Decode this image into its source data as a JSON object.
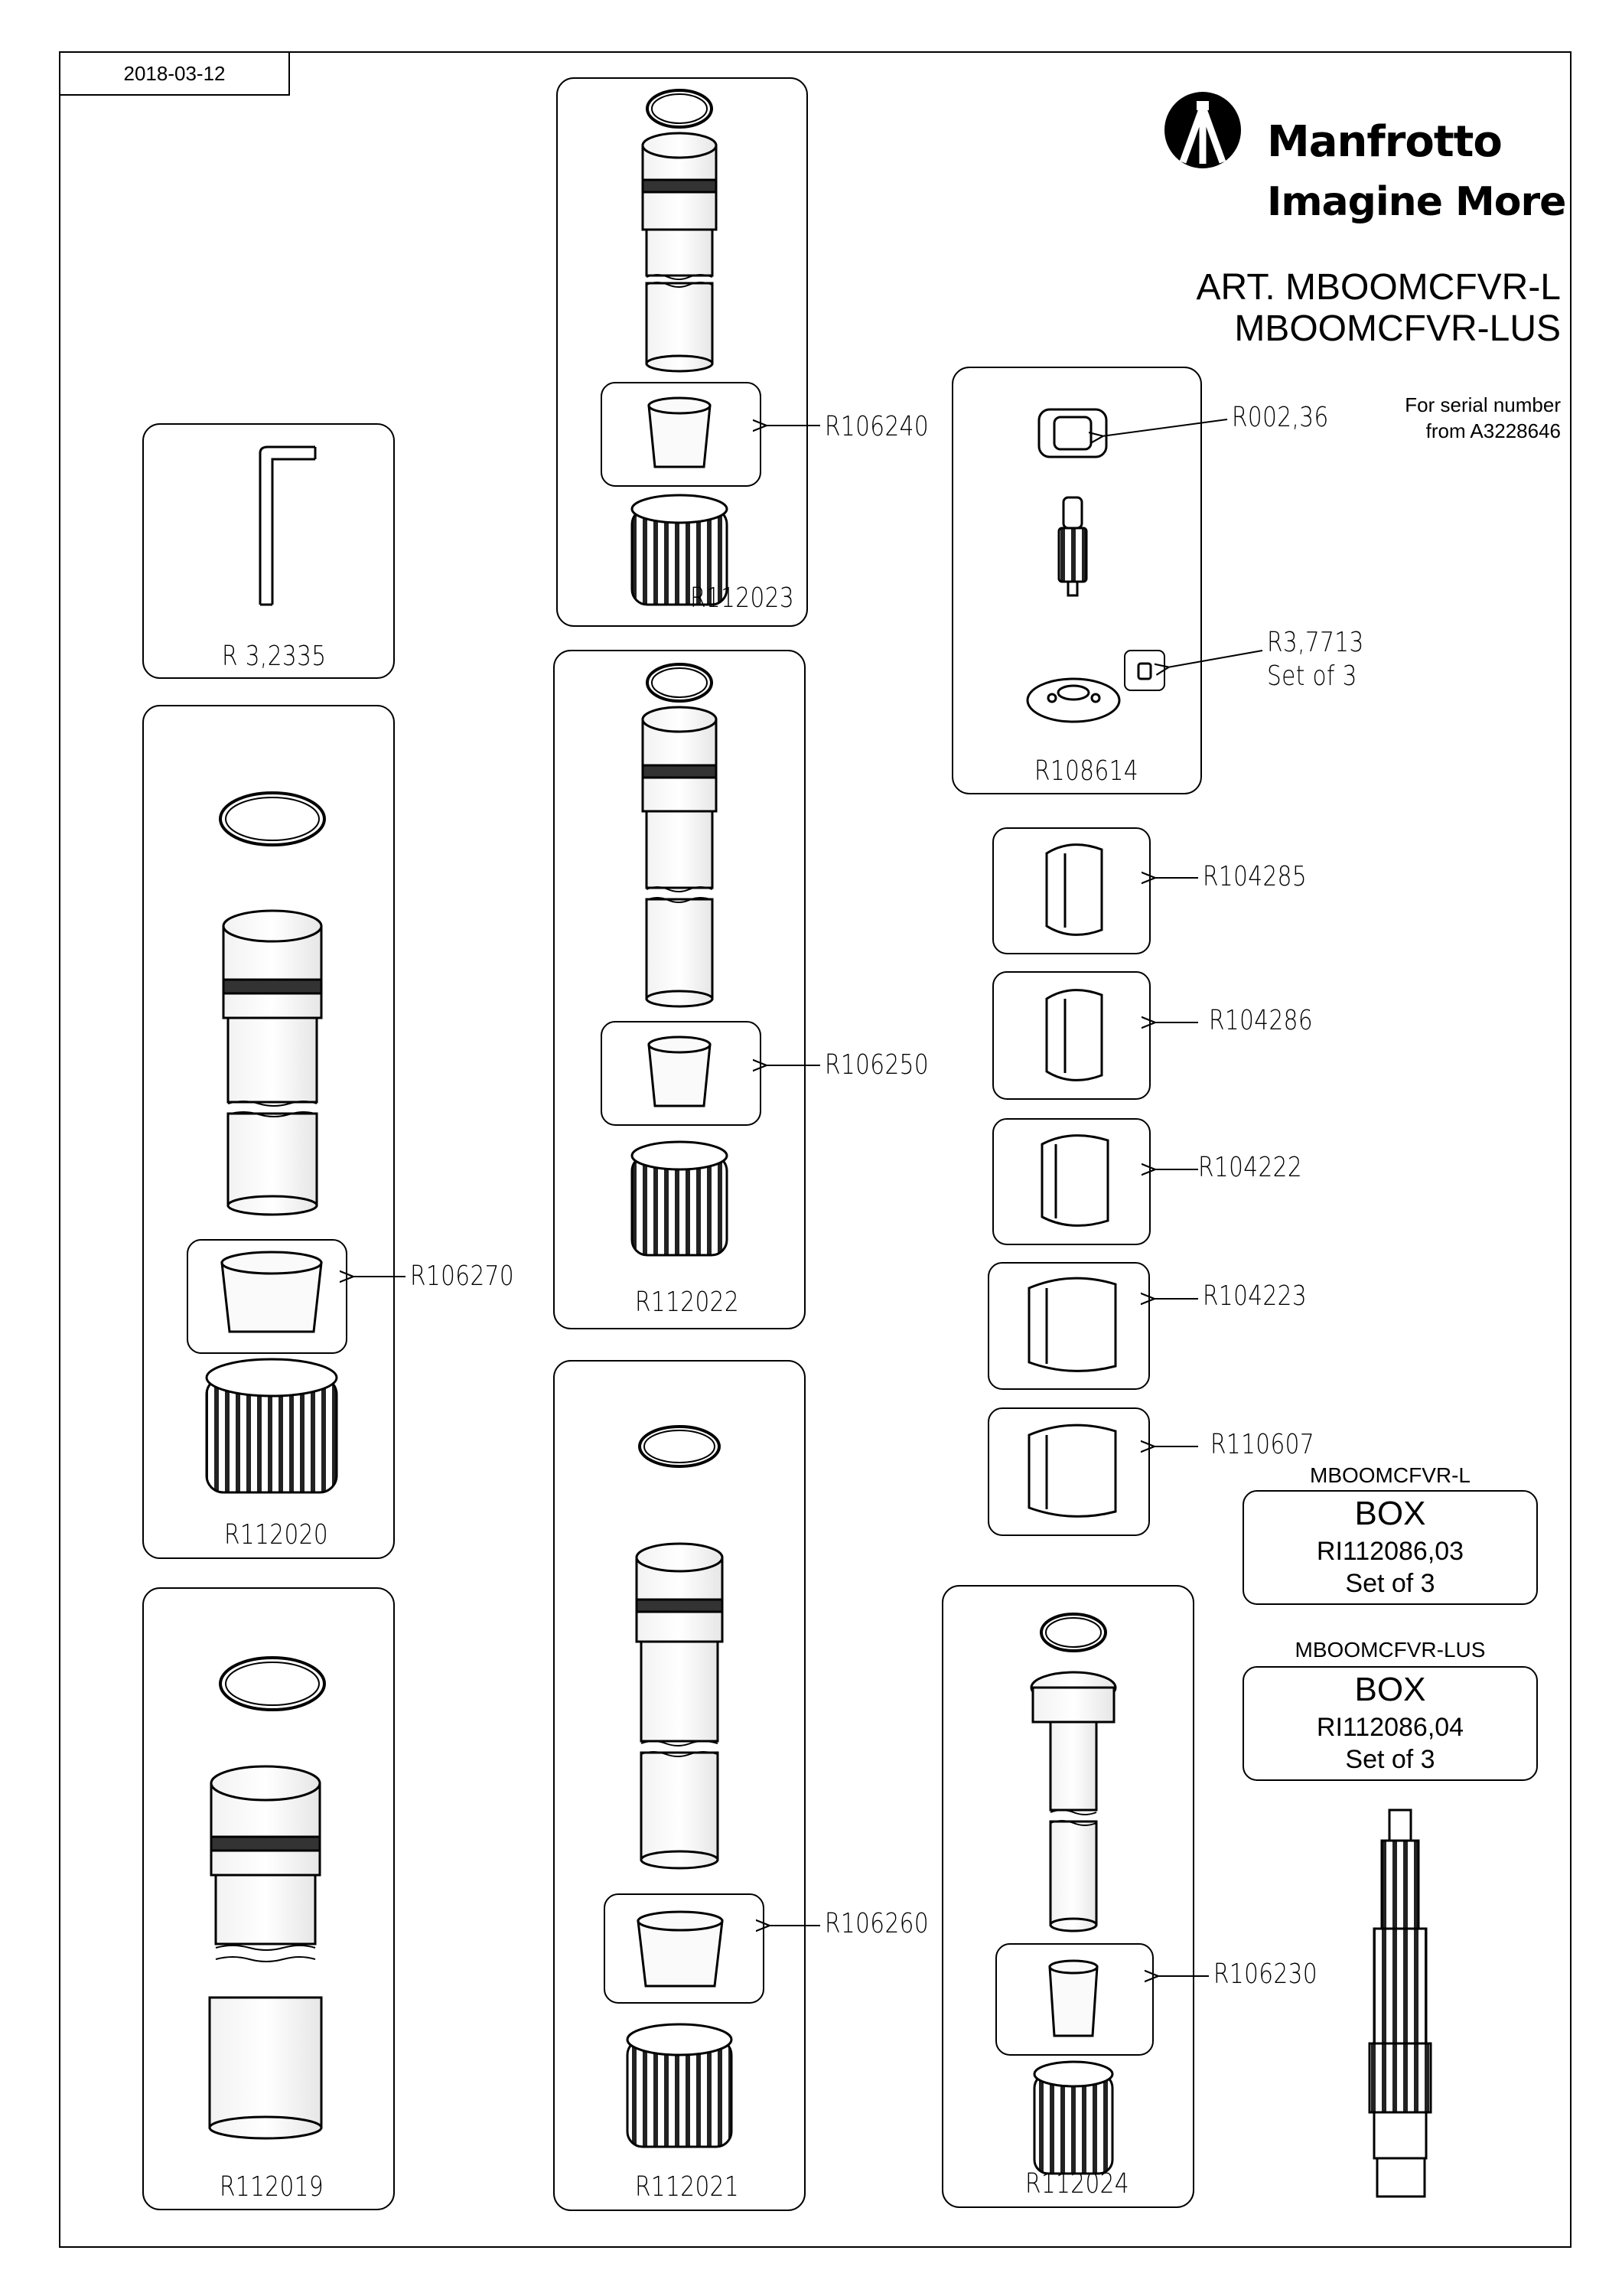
{
  "date": "2018-03-12",
  "brand": {
    "name": "Manfrotto",
    "tagline": "Imagine More"
  },
  "article": {
    "line1": "ART. MBOOMCFVR-L",
    "line2": "MBOOMCFVR-LUS"
  },
  "serial_note": {
    "line1": "For serial number",
    "line2": "from A3228646"
  },
  "parts": {
    "r_3_2335": "R 3,2335",
    "r112023": "R112023",
    "r106240": "R106240",
    "r112022": "R112022",
    "r106250": "R106250",
    "r112021": "R112021",
    "r106260": "R106260",
    "r112020": "R112020",
    "r106270": "R106270",
    "r112019": "R112019",
    "r002_36": "R002,36",
    "r3_7713": "R3,7713",
    "set_of_3": "Set of 3",
    "r108614": "R108614",
    "r104285": "R104285",
    "r104286": "R104286",
    "r104222": "R104222",
    "r104223": "R104223",
    "r110607": "R110607",
    "r106230": "R106230",
    "r112024": "R112024"
  },
  "boxes": [
    {
      "heading": "MBOOMCFVR-L",
      "title": "BOX",
      "code": "RI112086,03",
      "qty": "Set of 3"
    },
    {
      "heading": "MBOOMCFVR-LUS",
      "title": "BOX",
      "code": "RI112086,04",
      "qty": "Set of 3"
    }
  ]
}
